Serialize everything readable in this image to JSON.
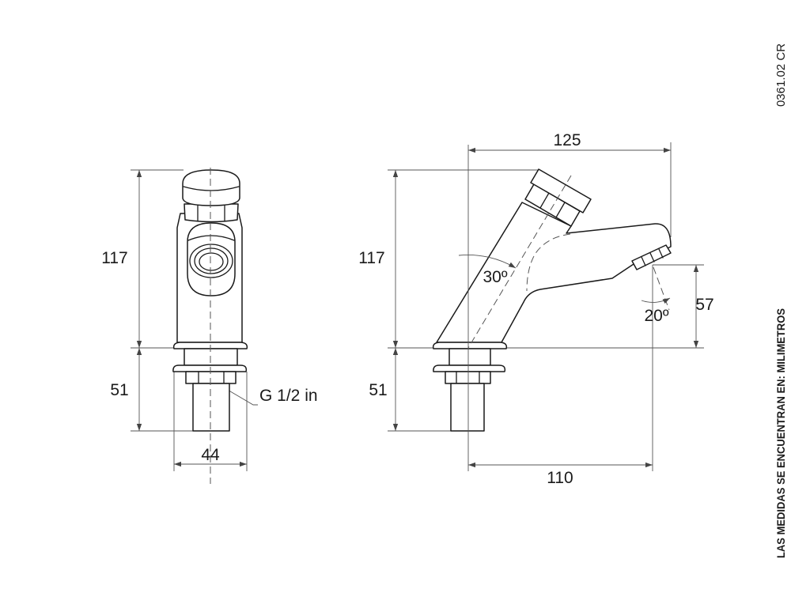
{
  "drawing": {
    "code": "0361.02 CR",
    "units_note": "LAS MEDIDAS SE ENCUENTRAN EN: MILIMETROS"
  },
  "front_view": {
    "dim_height": "117",
    "dim_shank": "51",
    "dim_width": "44",
    "thread_label": "G 1/2 in"
  },
  "side_view": {
    "dim_height": "117",
    "dim_shank": "51",
    "dim_overall_reach": "125",
    "dim_spout_reach": "110",
    "dim_spout_height": "57",
    "angle_body": "30º",
    "angle_spout": "20º"
  },
  "colors": {
    "outline": "#1a1a1a",
    "dimension": "#555555",
    "background": "#ffffff"
  }
}
